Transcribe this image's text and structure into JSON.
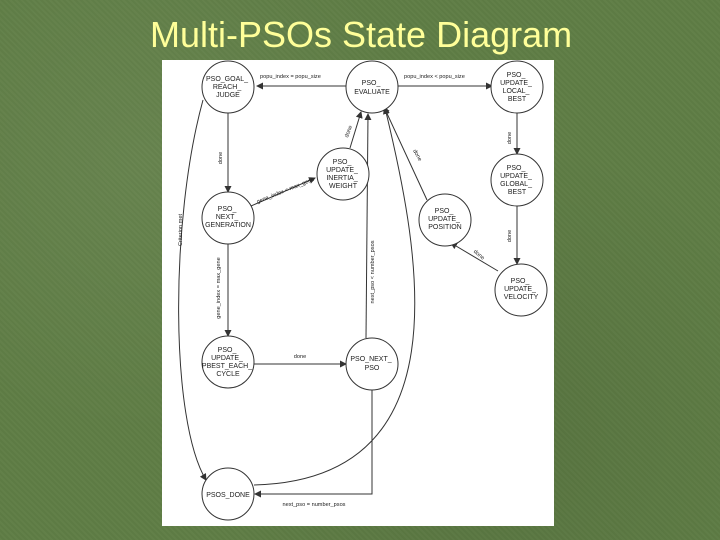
{
  "slide": {
    "title": "Multi-PSOs State Diagram"
  },
  "diagram": {
    "states": {
      "goal": [
        "PSO_GOAL_",
        "REACH_",
        "JUDGE"
      ],
      "eval": [
        "PSO_",
        "EVALUATE"
      ],
      "local": [
        "PSO_",
        "UPDATE_",
        "LOCAL_",
        "BEST"
      ],
      "inertia": [
        "PSO_",
        "UPDATE_",
        "INERTIA_",
        "WEIGHT"
      ],
      "global": [
        "PSO_",
        "UPDATE_",
        "GLOBAL_",
        "BEST"
      ],
      "next": [
        "PSO_",
        "NEXT_",
        "GENERATION"
      ],
      "pos": [
        "PSO_",
        "UPDATE_",
        "POSITION"
      ],
      "vel": [
        "PSO_",
        "UPDATE_",
        "VELOCITY"
      ],
      "pbest": [
        "PSO_",
        "UPDATE_",
        "PBEST_EACH_",
        "CYCLE"
      ],
      "nextpso": [
        "PSO_NEXT_",
        "PSO"
      ],
      "done": [
        "PSOS_DONE"
      ]
    },
    "transitions": {
      "popu_index_eq": "popu_index = popu_size",
      "popu_index_lt": "popu_index < popu_size",
      "done": "done",
      "criterion_met": "Criterion met",
      "gene_index_lt": "gene_index < max_gene",
      "gene_index_eq": "gene_index = max_gene",
      "next_pso_lt": "next_pso < number_psos",
      "next_pso_eq": "next_pso = number_psos"
    }
  }
}
